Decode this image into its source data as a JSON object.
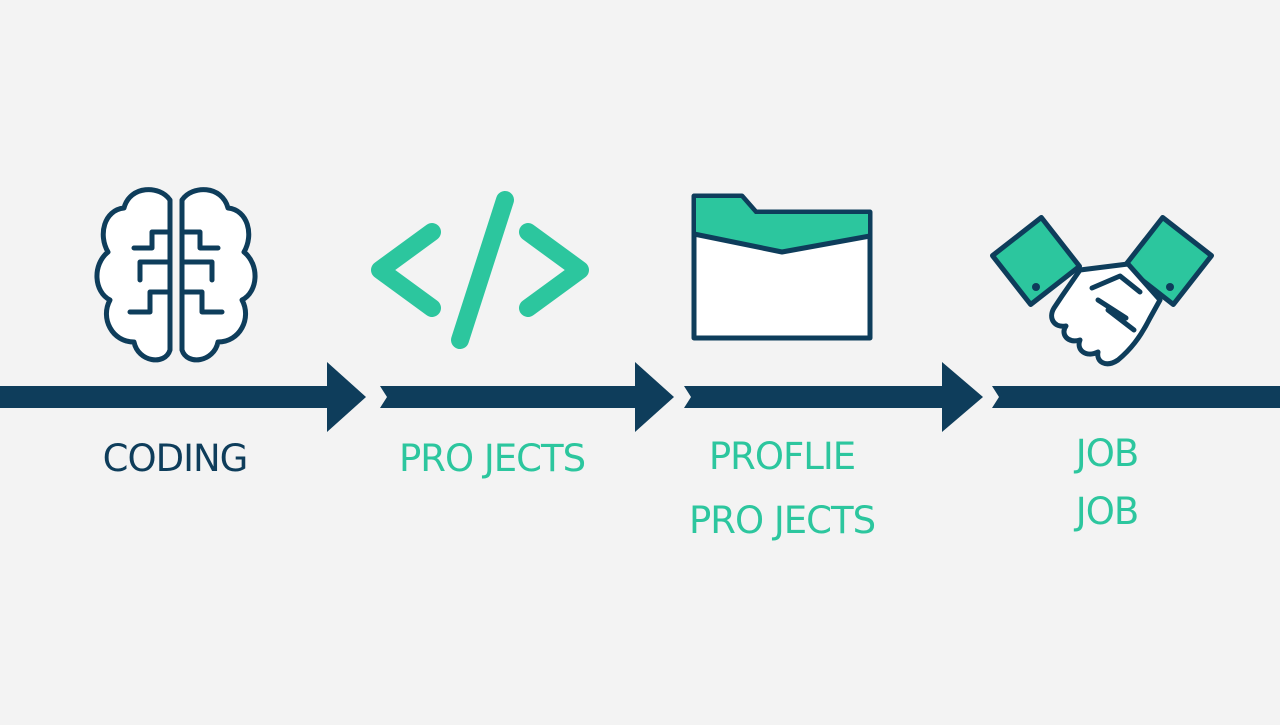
{
  "colors": {
    "background": "#f3f3f3",
    "navy": "#0e3d5b",
    "teal": "#2cc69e"
  },
  "steps": [
    {
      "icon": "brain-icon",
      "lines": [
        "CODING"
      ],
      "color": "navy"
    },
    {
      "icon": "code-brackets-icon",
      "lines": [
        "PRO JECTS"
      ],
      "color": "teal"
    },
    {
      "icon": "folder-icon",
      "lines": [
        "PROFLIE",
        "PRO JECTS"
      ],
      "color": "teal"
    },
    {
      "icon": "handshake-icon",
      "lines": [
        "JOB",
        "JOB"
      ],
      "color": "teal"
    }
  ]
}
